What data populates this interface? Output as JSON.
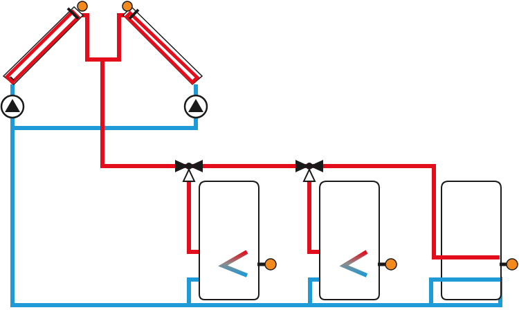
{
  "diagram": {
    "kind": "solar-thermal-schematic",
    "colors": {
      "hot": "#e30d1b",
      "cold": "#1e9ad6",
      "sensor": "#f28a1e",
      "outline": "#1a1a1a",
      "background": "#ffffff"
    },
    "components": {
      "collectors": 2,
      "pumps": 2,
      "three_way_valves": 2,
      "storage_tanks": 3,
      "temperature_sensors": 5
    },
    "icons": {
      "pump": "pump-icon",
      "valve": "three-way-valve-icon",
      "sensor": "temperature-sensor-icon",
      "tank": "storage-tank-icon",
      "collector": "solar-collector-icon"
    }
  }
}
